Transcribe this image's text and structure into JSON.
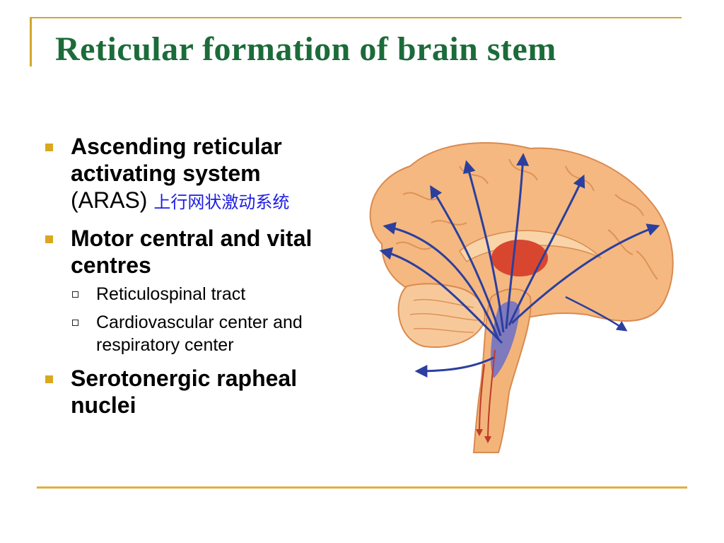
{
  "title": "Reticular formation of brain stem",
  "bullets": [
    {
      "line1": "Ascending reticular activating system",
      "line2": "(ARAS)",
      "cjk": "上行网状激动系统"
    },
    {
      "text": "Motor central and vital centres",
      "sub": [
        "Reticulospinal tract",
        "Cardiovascular center and respiratory center"
      ]
    },
    {
      "text": "Serotonergic rapheal nuclei"
    }
  ],
  "colors": {
    "title": "#1c6b3a",
    "accent": "#d9a81f",
    "cjk_text": "#1d1de6",
    "arrows": "#2b3f9e"
  },
  "image": {
    "name": "brain-sagittal-illustration"
  }
}
